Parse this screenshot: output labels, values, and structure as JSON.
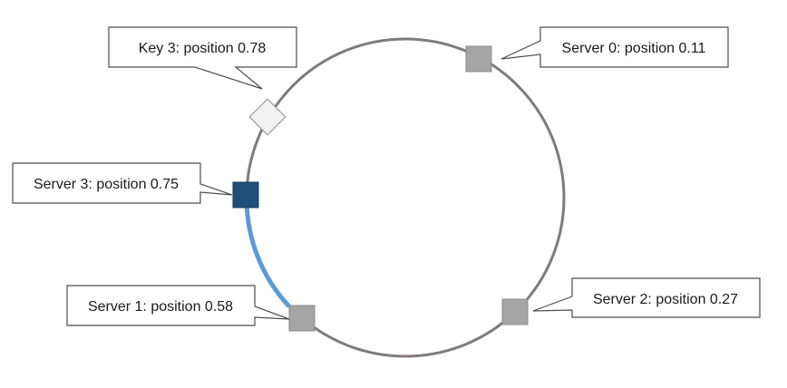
{
  "callouts": {
    "key3": "Key 3: position 0.78",
    "server0": "Server 0: position 0.11",
    "server3": "Server 3: position 0.75",
    "server1": "Server 1: position 0.58",
    "server2": "Server 2: position 0.27"
  },
  "colors": {
    "ring": "#7f7b7b",
    "arc_highlight": "#5b9bd5",
    "server_default": "#a5a5a5",
    "server_active": "#1f4e79",
    "key_marker": "#f2f2f2",
    "callout_border": "#4d4d4d"
  }
}
